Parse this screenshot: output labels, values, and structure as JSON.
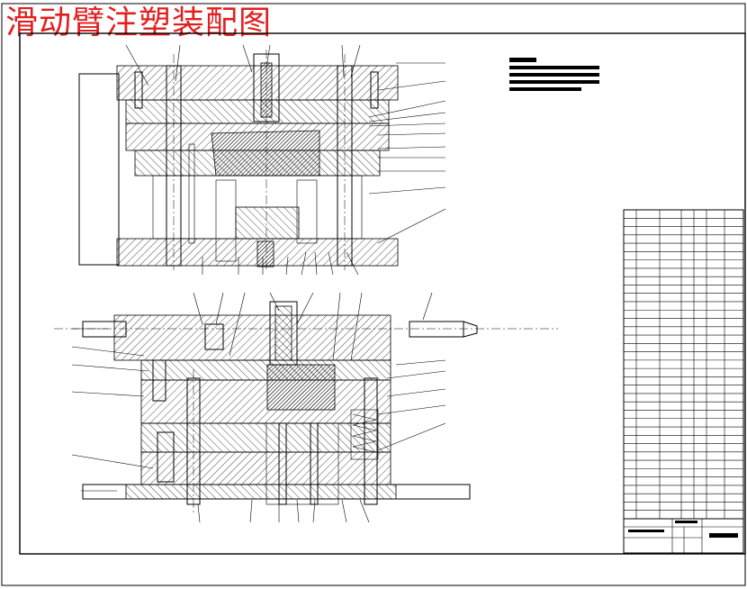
{
  "title": "滑动臂注塑装配图",
  "colors": {
    "title": "#e02020",
    "lines": "#000000",
    "background": "#ffffff"
  },
  "drawing": {
    "views": [
      "top-section-view",
      "bottom-section-view"
    ],
    "parts_table_rows": 37,
    "title_block_cells": 6
  }
}
